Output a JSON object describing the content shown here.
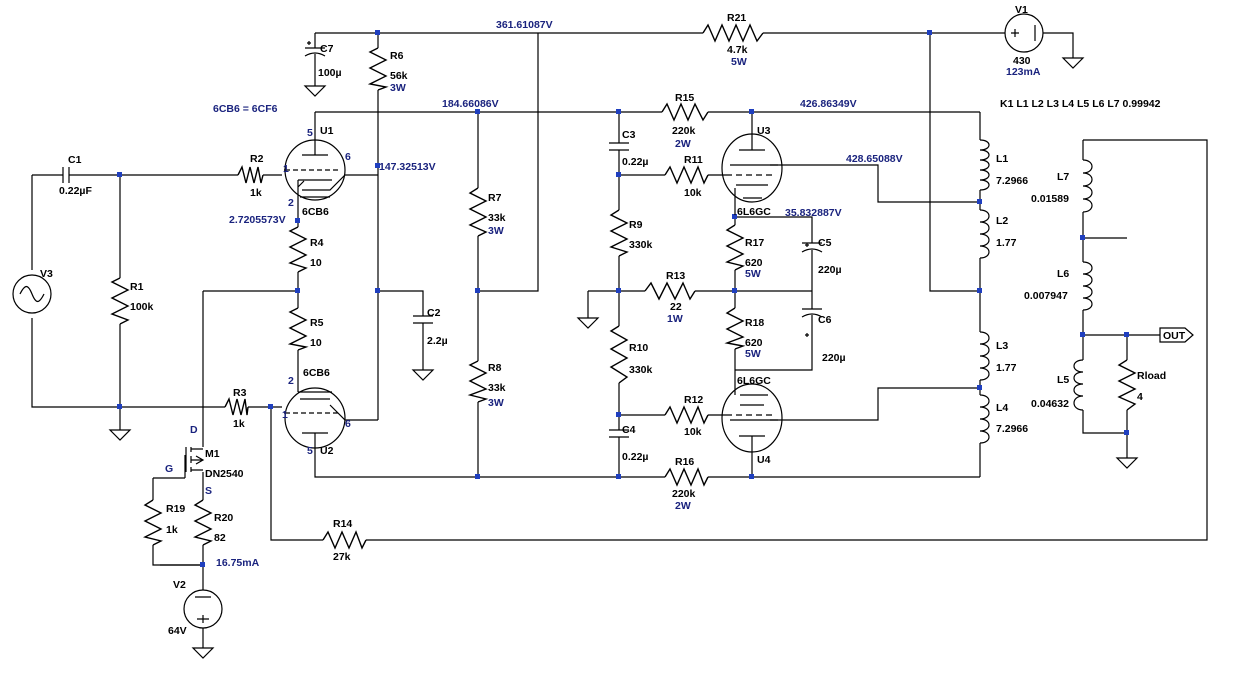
{
  "labels": {
    "r1": "R1",
    "r1v": "100k",
    "r2": "R2",
    "r2v": "1k",
    "r3": "R3",
    "r3v": "1k",
    "r4": "R4",
    "r4v": "10",
    "r5": "R5",
    "r5v": "10",
    "r6": "R6",
    "r6v": "56k",
    "r6p": "3W",
    "r7": "R7",
    "r7v": "33k",
    "r7p": "3W",
    "r8": "R8",
    "r8v": "33k",
    "r8p": "3W",
    "r9": "R9",
    "r9v": "330k",
    "r10": "R10",
    "r10v": "330k",
    "r11": "R11",
    "r11v": "10k",
    "r12": "R12",
    "r12v": "10k",
    "r13": "R13",
    "r13v": "22",
    "r13p": "1W",
    "r14": "R14",
    "r14v": "27k",
    "r15": "R15",
    "r15v": "220k",
    "r15p": "2W",
    "r16": "R16",
    "r16v": "220k",
    "r16p": "2W",
    "r17": "R17",
    "r17v": "620",
    "r17p": "5W",
    "r18": "R18",
    "r18v": "620",
    "r18p": "5W",
    "r19": "R19",
    "r19v": "1k",
    "r20": "R20",
    "r20v": "82",
    "r21": "R21",
    "r21v": "4.7k",
    "r21p": "5W",
    "rload": "Rload",
    "rloadv": "4",
    "c1": "C1",
    "c1v": "0.22µF",
    "c2": "C2",
    "c2v": "2.2µ",
    "c3": "C3",
    "c3v": "0.22µ",
    "c4": "C4",
    "c4v": "0.22µ",
    "c5": "C5",
    "c5v": "220µ",
    "c6": "C6",
    "c6v": "220µ",
    "c7": "C7",
    "c7v": "100µ",
    "l1": "L1",
    "l1v": "7.2966",
    "l2": "L2",
    "l2v": "1.77",
    "l3": "L3",
    "l3v": "1.77",
    "l4": "L4",
    "l4v": "7.2966",
    "l5": "L5",
    "l5v": "0.04632",
    "l6": "L6",
    "l6v": "0.007947",
    "l7": "L7",
    "l7v": "0.01589",
    "v1": "V1",
    "v1v": "430",
    "v1i": "123mA",
    "v2": "V2",
    "v2v": "64V",
    "v3": "V3",
    "u1": "U1",
    "u1t": "6CB6",
    "u2": "U2",
    "u2t": "6CB6",
    "u3": "U3",
    "u3t": "6L6GC",
    "u4": "U4",
    "u4t": "6L6GC",
    "m1": "M1",
    "m1t": "DN2540",
    "m1d": "D",
    "m1g": "G",
    "m1s": "S",
    "pin5a": "5",
    "pin1a": "1",
    "pin6a": "6",
    "pin2a": "2",
    "pin2b": "2",
    "pin1b": "1",
    "pin6b": "6",
    "pin5b": "5",
    "spice_note": "6CB6 = 6CF6",
    "coupling": "K1 L1 L2 L3 L4 L5 L6 L7 0.99942",
    "out": "OUT",
    "m1_current": "16.75mA"
  },
  "node_voltages": {
    "supply": "361.61087V",
    "mid_rail": "184.66086V",
    "u3_plate": "426.86349V",
    "u3_screen": "428.65088V",
    "u1_plate": "147.32513V",
    "u1_cathode": "2.7205573V",
    "cathode": "35.832887V"
  },
  "colors": {
    "wire": "#000000",
    "label": "#000000",
    "annotation": "#1a237e",
    "junction": "#1f3fbf"
  }
}
